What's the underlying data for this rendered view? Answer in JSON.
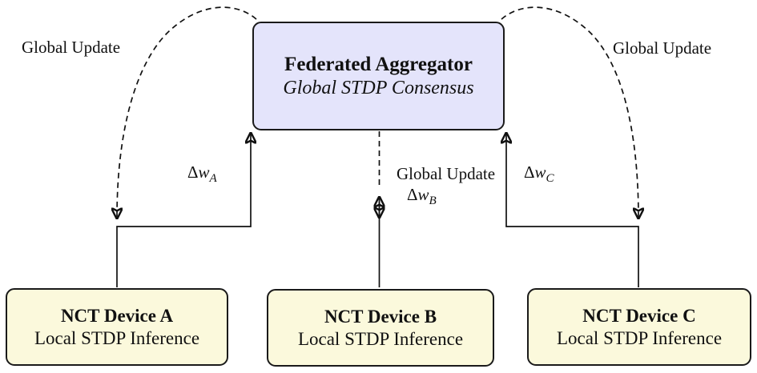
{
  "diagram": {
    "background": "#ffffff",
    "line_color": "#111111"
  },
  "aggregator": {
    "title": "Federated Aggregator",
    "subtitle": "Global STDP Consensus",
    "fill": "#e4e4fb",
    "border": "#1a1a1a"
  },
  "device_style": {
    "fill": "#fbf9dc",
    "border": "#1a1a1a"
  },
  "devices": [
    {
      "title": "NCT Device A",
      "subtitle": "Local STDP Inference"
    },
    {
      "title": "NCT Device B",
      "subtitle": "Local STDP Inference"
    },
    {
      "title": "NCT Device C",
      "subtitle": "Local STDP Inference"
    }
  ],
  "labels": {
    "global_update_left": "Global Update",
    "global_update_right": "Global Update",
    "global_update_middle": "Global Update",
    "delta_w_A": {
      "delta": "Δ",
      "var": "w",
      "sub": "A"
    },
    "delta_w_B": {
      "delta": "Δ",
      "var": "w",
      "sub": "B"
    },
    "delta_w_C": {
      "delta": "Δ",
      "var": "w",
      "sub": "C"
    }
  }
}
